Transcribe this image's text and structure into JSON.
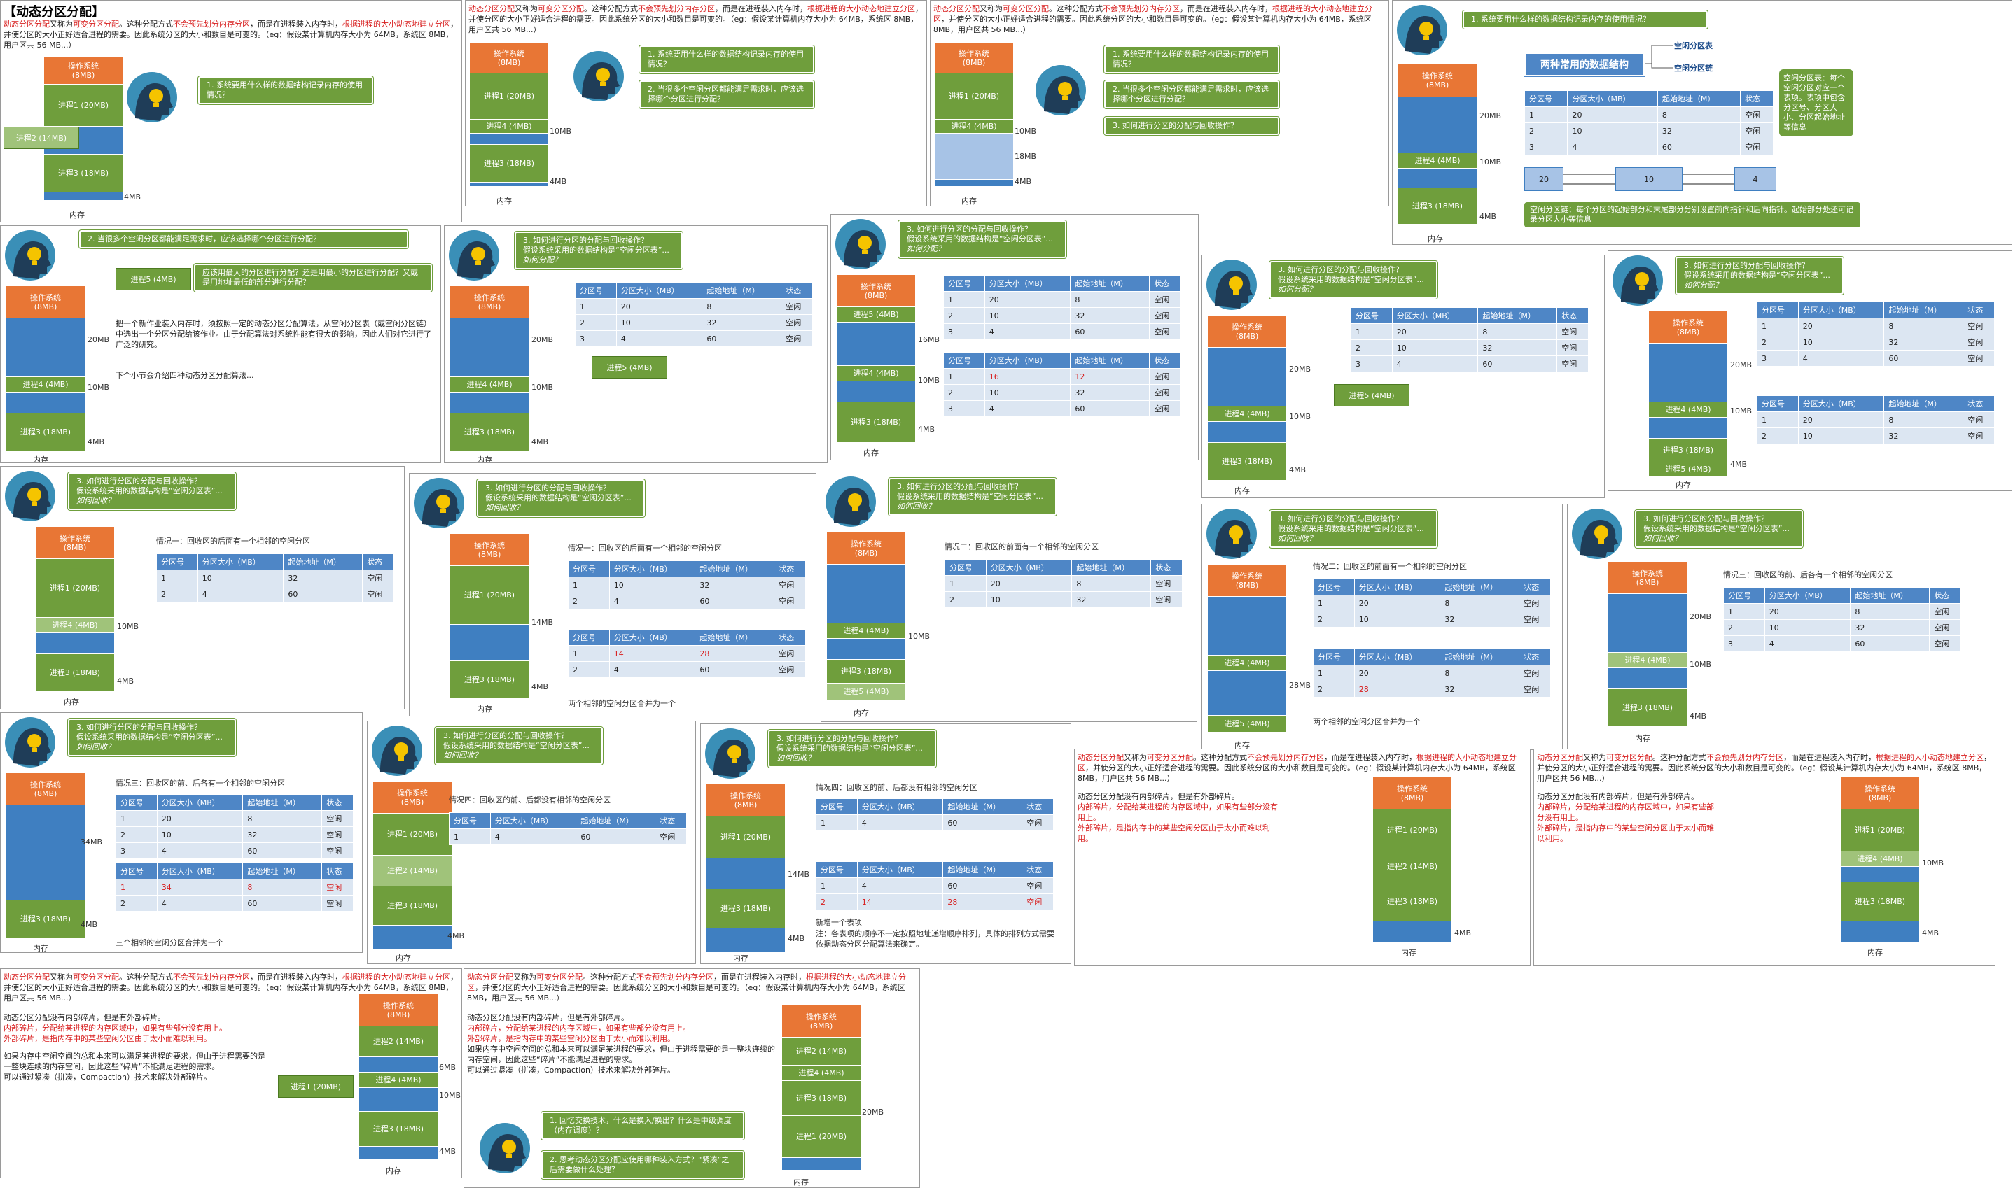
{
  "title": "【动态分区分配】",
  "intro": {
    "p1_a": "动态分区分配",
    "p1_b": "又称为",
    "p1_c": "可变分区分配",
    "p1_d": "。这种分配方式",
    "p1_e": "不会预先划分内存分区",
    "p1_f": "，而是在进程装入内存时，",
    "p1_g": "根据进程的大小动态地建立分区",
    "p1_h": "，并使分区的大小正好适合进程的需要。因此系统分区的大小和数目是可变的。（eg：假设某计算机内存大小为 64MB，系统区 8MB，用户区共 56 MB...）"
  },
  "memory": {
    "label": "内存",
    "os": "操作系统",
    "os_size": "(8MB)",
    "p1": "进程1 (20MB)",
    "p2": "进程2 (14MB)",
    "p3": "进程3 (18MB)",
    "p4": "进程4 (4MB)",
    "p5": "进程5 (4MB)",
    "p5b": "进程5 (4MB)",
    "s4": "4MB",
    "s6": "6MB",
    "s10": "10MB",
    "s14": "14MB",
    "s16": "16MB",
    "s18": "18MB",
    "s20": "20MB",
    "s28": "28MB",
    "s34": "34MB"
  },
  "questions": {
    "q1": "1. 系统要用什么样的数据结构记录内存的使用情况？",
    "q2": "2. 当很多个空闲分区都能满足需求时，应该选择哪个分区进行分配？",
    "q3": "3. 如何进行分区的分配与回收操作？",
    "q3_assume": "假设系统采用的数据结构是“空闲分区表”...",
    "q3_alloc": "如何分配？",
    "q3_free": "如何回收？"
  },
  "ds": {
    "title": "两种常用的数据结构",
    "opt1": "空闲分区表",
    "opt2": "空闲分区链",
    "table_note": "空闲分区表：每个空闲分区对应一个表项。表项中包含分区号、分区大小、分区起始地址等信息",
    "chain_note": "空闲分区链：每个分区的起始部分和末尾部分分别设置前向指针和后向指针。起始部分处还可记录分区大小等信息",
    "chain": [
      "20",
      "10",
      "4"
    ]
  },
  "alloc_text": {
    "question": "应该用最大的分区进行分配？还是用最小的分区进行分配？又或是用地址最低的部分进行分配？",
    "body": "把一个新作业装入内存时，须按照一定的动态分区分配算法，从空闲分区表（或空闲分区链）中选出一个分区分配给该作业。由于分配算法对系统性能有很大的影响，因此人们对它进行了广泛的研究。",
    "next": "下个小节会介绍四种动态分区分配算法..."
  },
  "table_headers": [
    "分区号",
    "分区大小（MB）",
    "起始地址（M）",
    "状态"
  ],
  "tables": {
    "t3": [
      [
        "1",
        "20",
        "8",
        "空闲"
      ],
      [
        "2",
        "10",
        "32",
        "空闲"
      ],
      [
        "3",
        "4",
        "60",
        "空闲"
      ]
    ],
    "t_a1": [
      [
        "1",
        "20",
        "8",
        "空闲"
      ],
      [
        "2",
        "10",
        "32",
        "空闲"
      ],
      [
        "3",
        "4",
        "60",
        "空闲"
      ]
    ],
    "t_a2": [
      [
        "1",
        "16",
        "12",
        "空闲"
      ],
      [
        "2",
        "10",
        "32",
        "空闲"
      ],
      [
        "3",
        "4",
        "60",
        "空闲"
      ]
    ],
    "t_b2": [
      [
        "1",
        "20",
        "8",
        "空闲"
      ],
      [
        "2",
        "10",
        "32",
        "空闲"
      ]
    ],
    "t_r1a": [
      [
        "1",
        "10",
        "32",
        "空闲"
      ],
      [
        "2",
        "4",
        "60",
        "空闲"
      ]
    ],
    "t_r1b": [
      [
        "1",
        "14",
        "28",
        "空闲"
      ],
      [
        "2",
        "4",
        "60",
        "空闲"
      ]
    ],
    "t_r2a": [
      [
        "1",
        "20",
        "8",
        "空闲"
      ],
      [
        "2",
        "10",
        "32",
        "空闲"
      ]
    ],
    "t_r2b": [
      [
        "1",
        "20",
        "8",
        "空闲"
      ],
      [
        "2",
        "28",
        "32",
        "空闲"
      ]
    ],
    "t_r3a": [
      [
        "1",
        "20",
        "8",
        "空闲"
      ],
      [
        "2",
        "10",
        "32",
        "空闲"
      ],
      [
        "3",
        "4",
        "60",
        "空闲"
      ]
    ],
    "t_r3b": [
      [
        "1",
        "34",
        "8",
        "空闲"
      ],
      [
        "2",
        "4",
        "60",
        "空闲"
      ]
    ],
    "t_r4a": [
      [
        "1",
        "4",
        "60",
        "空闲"
      ]
    ],
    "t_r4b": [
      [
        "1",
        "4",
        "60",
        "空闲"
      ],
      [
        "2",
        "14",
        "28",
        "空闲"
      ]
    ]
  },
  "cases": {
    "c1": "情况一：回收区的后面有一个相邻的空闲分区",
    "c2": "情况二：回收区的前面有一个相邻的空闲分区",
    "c3": "情况三：回收区的前、后各有一个相邻的空闲分区",
    "c4": "情况四：回收区的前、后都没有相邻的空闲分区",
    "merge2": "两个相邻的空闲分区合并为一个",
    "merge3": "三个相邻的空闲分区合并为一个",
    "new_entry": "新增一个表项",
    "new_note": "注：各表项的顺序不一定按照地址递增顺序排列，具体的排列方式需要依据动态分区分配算法来确定。"
  },
  "frag": {
    "a": "动态分区分配没有内部碎片，但是有外部碎片。",
    "b": "内部碎片，分配给某进程的内存区域中，如果有些部分没有用上。",
    "c": "外部碎片，是指内存中的某些空闲分区由于太小而难以利用。",
    "d": "如果内存中空闲空间的总和本来可以满足某进程的要求，但由于进程需要的是一整块连续的内存空间，因此这些“碎片”不能满足进程的需求。",
    "e": "可以通过紧凑（拼凑，Compaction）技术来解决外部碎片。",
    "q_a": "1. 回忆交换技术，什么是换入/换出？什么是中级调度（内存调度）？",
    "q_b": "2. 思考动态分区分配应使用哪种装入方式？“紧凑”之后需要做什么处理？"
  }
}
